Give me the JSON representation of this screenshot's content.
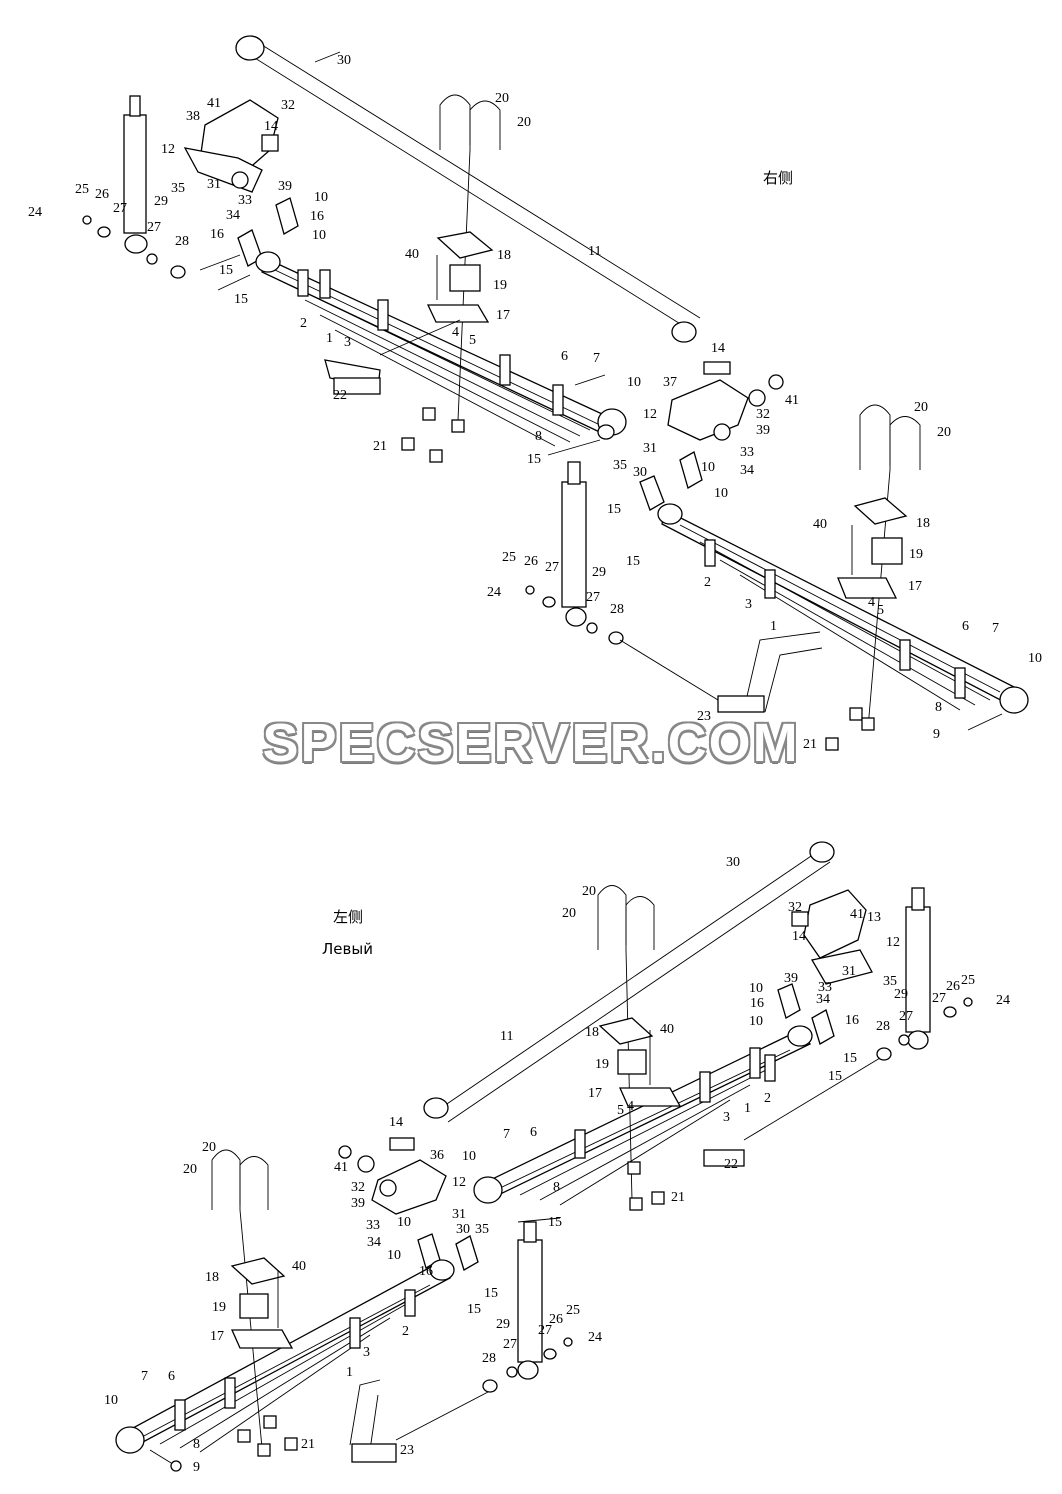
{
  "sides": {
    "right": {
      "label_cn": "右侧"
    },
    "left": {
      "label_cn": "左侧",
      "label_ru": "Левый"
    }
  },
  "watermark": "SPECSERVER.COM",
  "callouts_right": [
    "30",
    "32",
    "41",
    "38",
    "14",
    "12",
    "35",
    "31",
    "29",
    "39",
    "10",
    "33",
    "34",
    "16",
    "16",
    "10",
    "25",
    "26",
    "24",
    "27",
    "27",
    "28",
    "15",
    "15",
    "20",
    "20",
    "11",
    "40",
    "18",
    "19",
    "17",
    "2",
    "1",
    "3",
    "4",
    "5",
    "22",
    "6",
    "7",
    "10",
    "21",
    "8",
    "15",
    "37",
    "41",
    "12",
    "32",
    "31",
    "39",
    "35",
    "10",
    "33",
    "34",
    "30",
    "14",
    "20",
    "20",
    "10",
    "15",
    "15",
    "40",
    "18",
    "19",
    "17",
    "29",
    "25",
    "26",
    "24",
    "27",
    "27",
    "28",
    "2",
    "3",
    "1",
    "4",
    "5",
    "6",
    "7",
    "10",
    "8",
    "23",
    "21",
    "9"
  ],
  "callouts_left": [
    "30",
    "20",
    "20",
    "32",
    "41",
    "13",
    "14",
    "12",
    "39",
    "35",
    "31",
    "33",
    "34",
    "29",
    "10",
    "16",
    "27",
    "26",
    "25",
    "24",
    "10",
    "16",
    "28",
    "27",
    "15",
    "15",
    "11",
    "40",
    "18",
    "19",
    "17",
    "5",
    "4",
    "3",
    "2",
    "1",
    "14",
    "7",
    "6",
    "22",
    "36",
    "10",
    "41",
    "32",
    "12",
    "39",
    "31",
    "30",
    "35",
    "10",
    "33",
    "34",
    "8",
    "21",
    "15",
    "10",
    "16",
    "15",
    "15",
    "20",
    "20",
    "40",
    "18",
    "19",
    "17",
    "2",
    "29",
    "25",
    "26",
    "27",
    "24",
    "28",
    "27",
    "3",
    "1",
    "7",
    "6",
    "10",
    "8",
    "23",
    "21",
    "9"
  ]
}
